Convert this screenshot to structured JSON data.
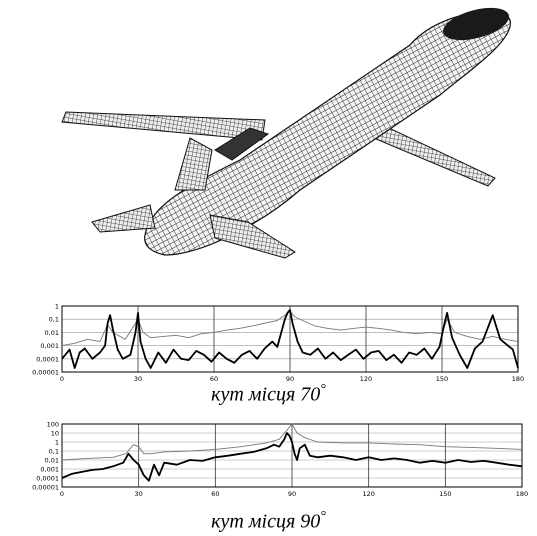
{
  "figure": {
    "subject": "aircraft-wireframe-model"
  },
  "chart_data": [
    {
      "type": "line",
      "caption": "кут місця 70",
      "degree_symbol": "°",
      "y_scale": "log",
      "ylim": [
        1e-05,
        1
      ],
      "y_ticks": [
        "1",
        "0,1",
        "0,01",
        "0,001",
        "0,0001",
        "0,00001"
      ],
      "y_tick_values": [
        1,
        0.1,
        0.01,
        0.001,
        0.0001,
        1e-05
      ],
      "xlim": [
        0,
        180
      ],
      "x_ticks": [
        "0",
        "30",
        "60",
        "90",
        "120",
        "150",
        "180"
      ],
      "x_tick_values": [
        0,
        30,
        60,
        90,
        120,
        150,
        180
      ],
      "grid": true,
      "series": [
        {
          "style": "thick-black",
          "x": [
            0,
            3,
            5,
            7,
            9,
            12,
            15,
            17,
            18,
            19,
            20,
            22,
            24,
            27,
            29,
            30,
            31,
            33,
            35,
            38,
            41,
            44,
            47,
            50,
            53,
            56,
            59,
            62,
            65,
            68,
            71,
            74,
            77,
            80,
            83,
            85,
            87,
            88,
            89,
            90,
            91,
            93,
            95,
            98,
            101,
            104,
            107,
            110,
            113,
            116,
            119,
            122,
            125,
            128,
            131,
            134,
            137,
            140,
            143,
            146,
            149,
            151,
            152,
            154,
            157,
            160,
            163,
            166,
            168,
            170,
            173,
            176,
            178,
            180
          ],
          "values": [
            0.0001,
            0.0005,
            2e-05,
            0.0003,
            0.0006,
            0.0001,
            0.0003,
            0.001,
            0.05,
            0.2,
            0.02,
            0.0005,
            0.0001,
            0.0002,
            0.01,
            0.3,
            0.002,
            0.0001,
            2e-05,
            0.0003,
            5e-05,
            0.0005,
            0.0001,
            8e-05,
            0.0004,
            0.0002,
            6e-05,
            0.0003,
            0.0001,
            5e-05,
            0.0002,
            0.0004,
            0.0001,
            0.0006,
            0.002,
            0.0008,
            0.02,
            0.1,
            0.3,
            0.5,
            0.05,
            0.002,
            0.0003,
            0.0002,
            0.0006,
            0.0001,
            0.0003,
            8e-05,
            0.0002,
            0.0005,
            0.0001,
            0.0003,
            0.0004,
            8e-05,
            0.0002,
            5e-05,
            0.0003,
            0.0002,
            0.0006,
            0.0001,
            0.0008,
            0.05,
            0.3,
            0.004,
            0.0002,
            2e-05,
            0.0006,
            0.002,
            0.02,
            0.2,
            0.003,
            0.001,
            0.0005,
            2e-05
          ]
        },
        {
          "style": "thin-gray",
          "x": [
            0,
            5,
            10,
            15,
            18,
            20,
            25,
            30,
            32,
            35,
            40,
            45,
            50,
            55,
            60,
            65,
            70,
            75,
            80,
            85,
            88,
            90,
            92,
            95,
            100,
            105,
            110,
            115,
            120,
            125,
            130,
            135,
            140,
            145,
            150,
            152,
            155,
            160,
            165,
            170,
            175,
            180
          ],
          "values": [
            0.001,
            0.0015,
            0.003,
            0.002,
            0.04,
            0.01,
            0.003,
            0.1,
            0.01,
            0.004,
            0.005,
            0.006,
            0.004,
            0.008,
            0.01,
            0.015,
            0.02,
            0.03,
            0.05,
            0.08,
            0.2,
            0.4,
            0.15,
            0.08,
            0.03,
            0.02,
            0.015,
            0.02,
            0.025,
            0.02,
            0.015,
            0.01,
            0.008,
            0.01,
            0.008,
            0.1,
            0.01,
            0.005,
            0.003,
            0.005,
            0.003,
            0.002
          ]
        }
      ]
    },
    {
      "type": "line",
      "caption": "кут місця 90",
      "degree_symbol": "°",
      "y_scale": "log",
      "ylim": [
        1e-05,
        100
      ],
      "y_ticks": [
        "100",
        "10",
        "1",
        "0,1",
        "0,01",
        "0,001",
        "0,0001",
        "0,00001"
      ],
      "y_tick_values": [
        100,
        10,
        1,
        0.1,
        0.01,
        0.001,
        0.0001,
        1e-05
      ],
      "xlim": [
        0,
        180
      ],
      "x_ticks": [
        "0",
        "30",
        "60",
        "90",
        "120",
        "150",
        "180"
      ],
      "x_tick_values": [
        0,
        30,
        60,
        90,
        120,
        150,
        180
      ],
      "grid": true,
      "series": [
        {
          "style": "thick-black",
          "x": [
            0,
            4,
            8,
            12,
            16,
            20,
            24,
            26,
            28,
            30,
            32,
            34,
            36,
            38,
            40,
            45,
            50,
            55,
            60,
            65,
            70,
            75,
            80,
            83,
            85,
            87,
            88,
            89,
            90,
            91,
            92,
            93,
            95,
            97,
            100,
            105,
            110,
            115,
            120,
            125,
            130,
            135,
            140,
            145,
            150,
            155,
            160,
            165,
            170,
            175,
            180
          ],
          "values": [
            0.0001,
            0.0003,
            0.0005,
            0.0008,
            0.001,
            0.002,
            0.005,
            0.05,
            0.01,
            0.003,
            0.0002,
            5e-05,
            0.003,
            0.0002,
            0.005,
            0.003,
            0.01,
            0.008,
            0.02,
            0.03,
            0.05,
            0.08,
            0.2,
            0.5,
            0.3,
            2,
            10,
            5,
            1,
            0.05,
            0.01,
            0.2,
            0.5,
            0.03,
            0.02,
            0.03,
            0.02,
            0.01,
            0.02,
            0.01,
            0.015,
            0.01,
            0.005,
            0.008,
            0.005,
            0.01,
            0.006,
            0.008,
            0.005,
            0.003,
            0.002
          ]
        },
        {
          "style": "thin-gray",
          "x": [
            0,
            10,
            20,
            25,
            28,
            30,
            32,
            35,
            40,
            50,
            60,
            70,
            80,
            85,
            88,
            90,
            92,
            95,
            100,
            110,
            120,
            130,
            140,
            150,
            160,
            170,
            180
          ],
          "values": [
            0.01,
            0.015,
            0.02,
            0.05,
            0.5,
            0.3,
            0.05,
            0.05,
            0.08,
            0.1,
            0.15,
            0.3,
            0.8,
            2,
            20,
            100,
            10,
            3,
            1,
            0.8,
            0.8,
            0.6,
            0.5,
            0.3,
            0.25,
            0.2,
            0.15
          ]
        }
      ]
    }
  ]
}
